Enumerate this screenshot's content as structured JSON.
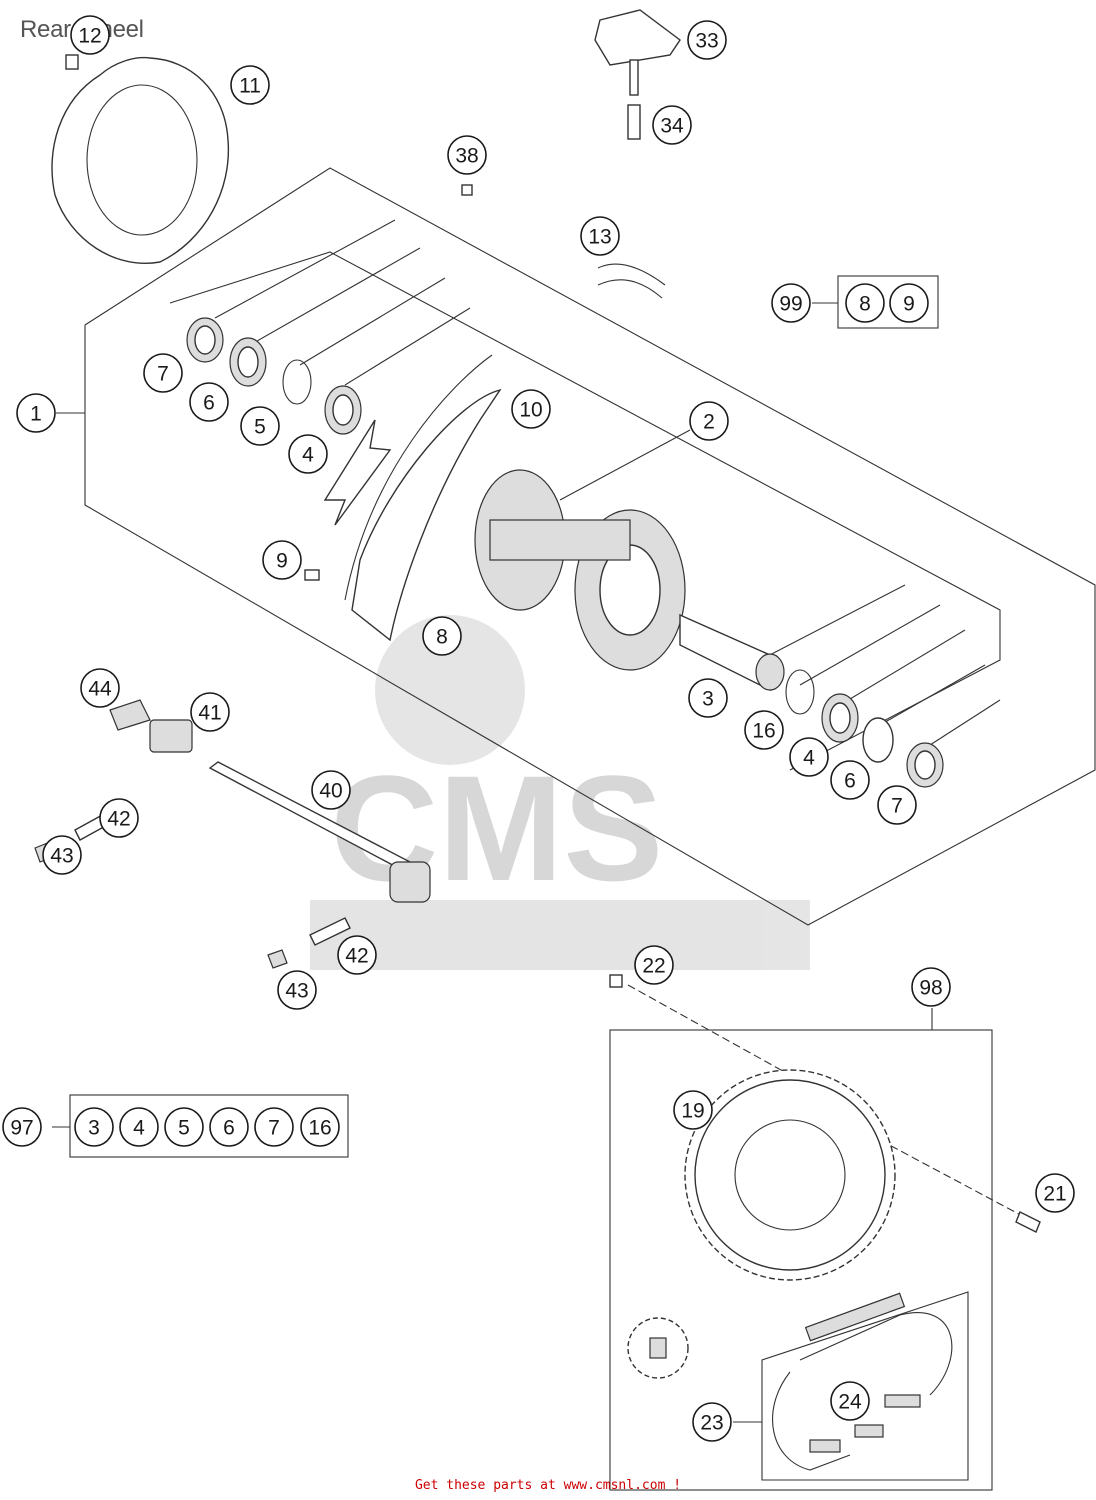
{
  "title": "Rear Wheel",
  "footer": "Get these parts at www.cmsnl.com  !",
  "watermark": "CMS",
  "callouts": [
    {
      "id": "c-12",
      "label": "12"
    },
    {
      "id": "c-11",
      "label": "11"
    },
    {
      "id": "c-33",
      "label": "33"
    },
    {
      "id": "c-34",
      "label": "34"
    },
    {
      "id": "c-38",
      "label": "38"
    },
    {
      "id": "c-13",
      "label": "13"
    },
    {
      "id": "c-99",
      "label": "99"
    },
    {
      "id": "c-8a",
      "label": "8"
    },
    {
      "id": "c-9a",
      "label": "9"
    },
    {
      "id": "c-7a",
      "label": "7"
    },
    {
      "id": "c-6a",
      "label": "6"
    },
    {
      "id": "c-5",
      "label": "5"
    },
    {
      "id": "c-4a",
      "label": "4"
    },
    {
      "id": "c-1",
      "label": "1"
    },
    {
      "id": "c-10",
      "label": "10"
    },
    {
      "id": "c-2",
      "label": "2"
    },
    {
      "id": "c-9b",
      "label": "9"
    },
    {
      "id": "c-8b",
      "label": "8"
    },
    {
      "id": "c-44",
      "label": "44"
    },
    {
      "id": "c-41",
      "label": "41"
    },
    {
      "id": "c-3",
      "label": "3"
    },
    {
      "id": "c-16",
      "label": "16"
    },
    {
      "id": "c-4b",
      "label": "4"
    },
    {
      "id": "c-6b",
      "label": "6"
    },
    {
      "id": "c-7b",
      "label": "7"
    },
    {
      "id": "c-40",
      "label": "40"
    },
    {
      "id": "c-42a",
      "label": "42"
    },
    {
      "id": "c-43a",
      "label": "43"
    },
    {
      "id": "c-42b",
      "label": "42"
    },
    {
      "id": "c-43b",
      "label": "43"
    },
    {
      "id": "c-22",
      "label": "22"
    },
    {
      "id": "c-98",
      "label": "98"
    },
    {
      "id": "c-97",
      "label": "97"
    },
    {
      "id": "c-97-3",
      "label": "3"
    },
    {
      "id": "c-97-4",
      "label": "4"
    },
    {
      "id": "c-97-5",
      "label": "5"
    },
    {
      "id": "c-97-6",
      "label": "6"
    },
    {
      "id": "c-97-7",
      "label": "7"
    },
    {
      "id": "c-97-16",
      "label": "16"
    },
    {
      "id": "c-19",
      "label": "19"
    },
    {
      "id": "c-21",
      "label": "21"
    },
    {
      "id": "c-24",
      "label": "24"
    },
    {
      "id": "c-23",
      "label": "23"
    }
  ]
}
